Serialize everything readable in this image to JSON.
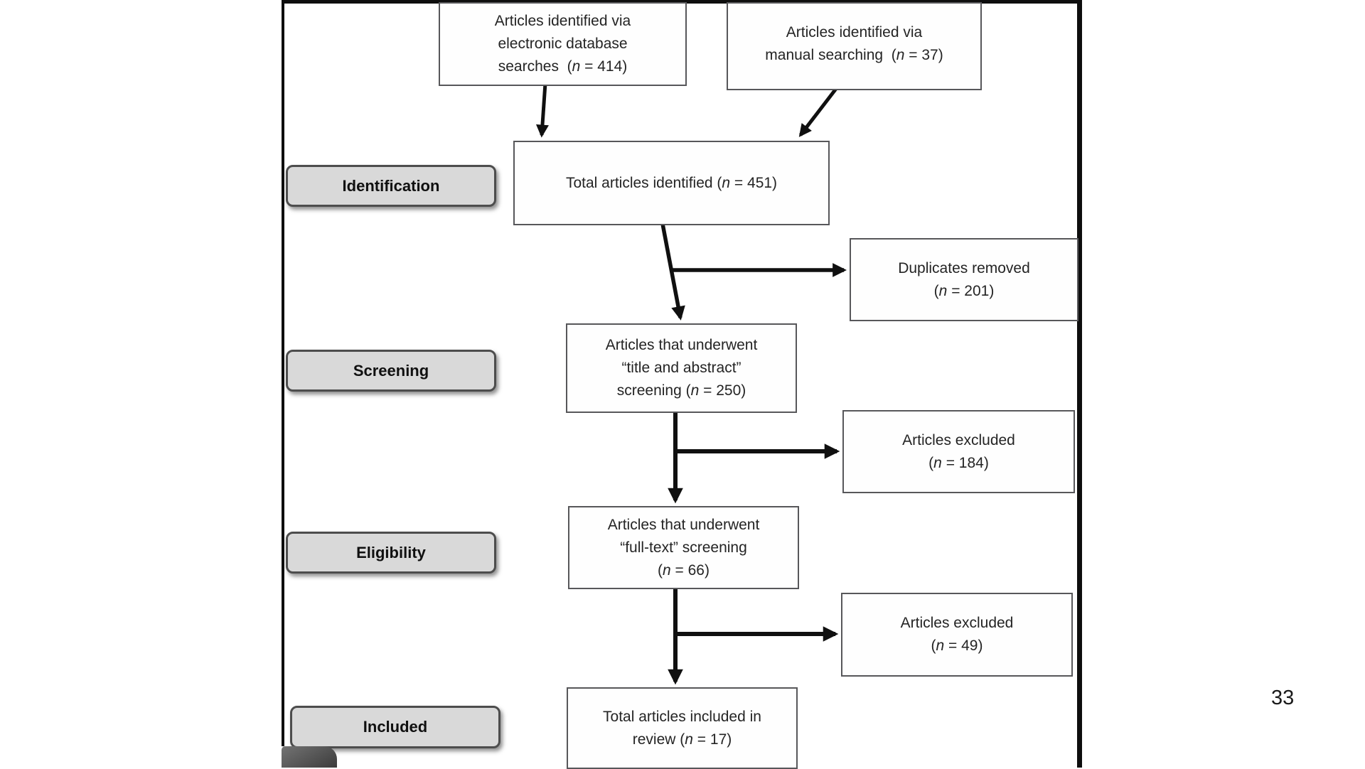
{
  "page": {
    "number": "33"
  },
  "colors": {
    "diagram_border": "#0e0e0e",
    "node_border": "#57575a",
    "stage_label_fill": "#d9d9d9",
    "stage_label_border": "#4d4d4d",
    "arrow": "#101010",
    "text": "#242424"
  },
  "flowchart": {
    "stages": [
      {
        "label": "Identification"
      },
      {
        "label": "Screening"
      },
      {
        "label": "Eligibility"
      },
      {
        "label": "Included"
      }
    ],
    "nodes": {
      "db_search": {
        "lines": [
          "Articles identified via",
          "electronic database",
          "searches  (n = 414)"
        ]
      },
      "manual_search": {
        "lines": [
          "Articles identified via",
          "manual searching  (n = 37)"
        ]
      },
      "total_identified": {
        "lines": [
          "Total articles identified (n = 451)"
        ]
      },
      "duplicates_removed": {
        "lines": [
          "Duplicates removed",
          "(n = 201)"
        ]
      },
      "title_abstract_screening": {
        "lines": [
          "Articles that underwent",
          "“title and abstract”",
          "screening (n = 250)"
        ]
      },
      "excluded_title_abstract": {
        "lines": [
          "Articles excluded",
          "(n = 184)"
        ]
      },
      "fulltext_screening": {
        "lines": [
          "Articles that underwent",
          "“full-text” screening",
          "(n = 66)"
        ]
      },
      "excluded_fulltext": {
        "lines": [
          "Articles excluded",
          "(n = 49)"
        ]
      },
      "included_review": {
        "lines": [
          "Total articles included in",
          "review (n = 17)"
        ]
      }
    }
  }
}
